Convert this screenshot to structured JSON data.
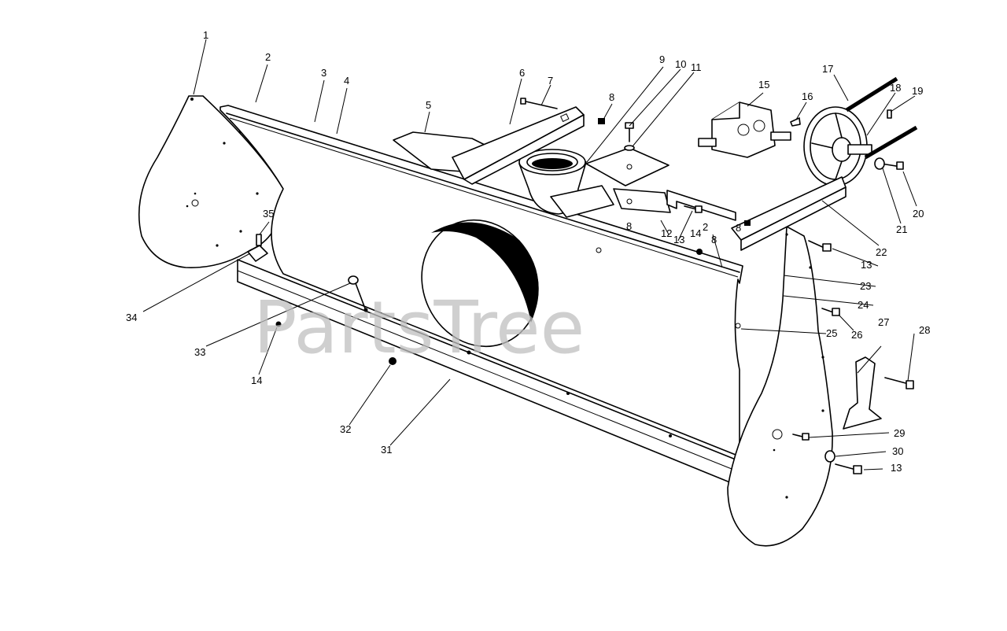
{
  "watermark": "PartsTree",
  "callouts": [
    "1",
    "2",
    "3",
    "4",
    "5",
    "6",
    "7",
    "8",
    "8",
    "9",
    "10",
    "11",
    "15",
    "16",
    "17",
    "18",
    "19",
    "20",
    "21",
    "22",
    "12",
    "13",
    "14",
    "2",
    "8",
    "8",
    "13",
    "23",
    "24",
    "26",
    "25",
    "27",
    "28",
    "35",
    "34",
    "33",
    "14",
    "32",
    "31",
    "29",
    "30",
    "13"
  ]
}
